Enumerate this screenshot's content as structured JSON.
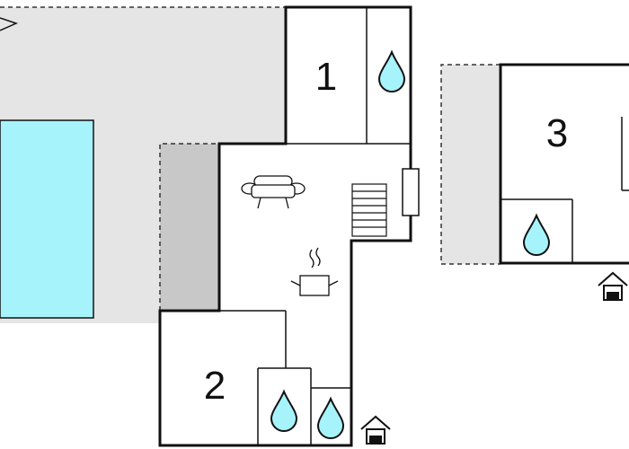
{
  "floorplan": {
    "rooms": [
      {
        "label": "1"
      },
      {
        "label": "2"
      },
      {
        "label": "3"
      }
    ],
    "icons": {
      "water": "water-drop-icon",
      "sofa": "sofa-icon",
      "stairs": "stairs-icon",
      "cooking": "cooking-pot-icon",
      "entrance": "entrance-icon",
      "compass": "north-arrow-icon"
    },
    "colors": {
      "wall": "#111111",
      "terrace": "#e5e5e5",
      "covered_terrace": "#c8c8c8",
      "pool": "#a6f3fb",
      "water_drop": "#a6f3fb"
    }
  }
}
